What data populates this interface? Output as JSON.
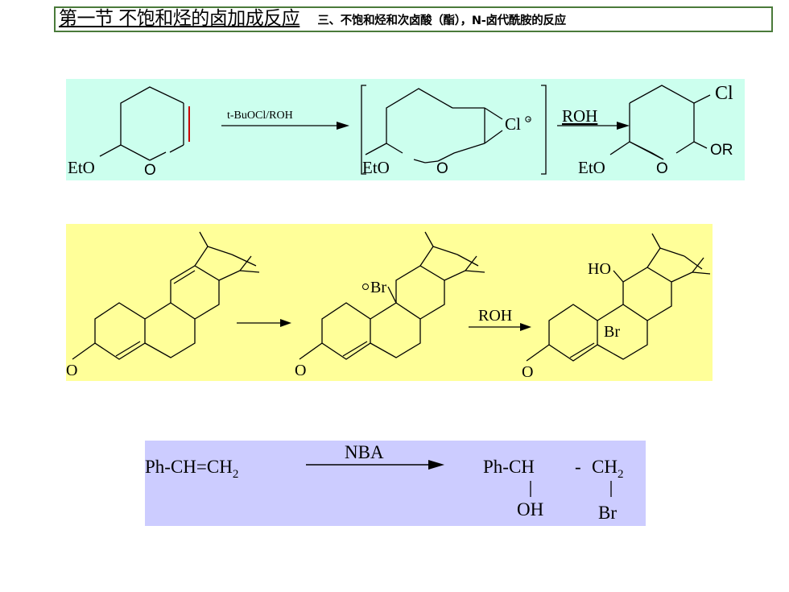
{
  "header": {
    "title": "第一节 不饱和烃的卤加成反应",
    "subtitle": "三、不饱和烃和次卤酸（酯），N-卤代酰胺的反应"
  },
  "reaction1": {
    "reagent": "t-BuOCl/ROH",
    "reactant_label_eto": "EtO",
    "ring_oxygen": "O",
    "intermediate_eto": "EtO",
    "intermediate_ring_oxygen": "O",
    "intermediate_cl": "Cl",
    "step2_reagent": "ROH",
    "product_eto": "EtO",
    "product_ring_oxygen": "O",
    "product_cl": "Cl",
    "product_or": "OR"
  },
  "reaction2": {
    "reactant_oxygen": "O",
    "intermediate_br": "Br",
    "intermediate_oxygen": "O",
    "step2_reagent": "ROH",
    "product_ho": "HO",
    "product_br": "Br",
    "product_oxygen": "O"
  },
  "reaction3": {
    "reactant": "Ph-CH=CH",
    "reactant_sub": "2",
    "reagent": "NBA",
    "product_main": "Ph-CH",
    "product_dash": "-",
    "product_ch": "CH",
    "product_sub": "2",
    "product_oh": "OH",
    "product_br": "Br"
  },
  "colors": {
    "panel1": "#ccffee",
    "panel2": "#ffff99",
    "panel3": "#ccccff",
    "header_border": "#4a7a3a",
    "double_bond_accent": "#cc0000"
  }
}
